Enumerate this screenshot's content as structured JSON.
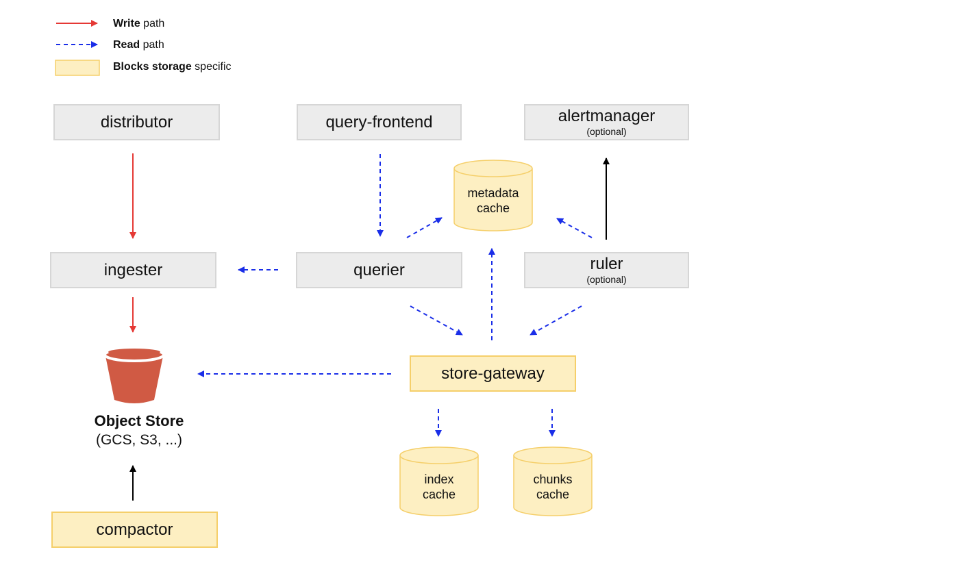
{
  "legend": {
    "write": {
      "bold": "Write",
      "rest": " path",
      "color": "#e53935"
    },
    "read": {
      "bold": "Read",
      "rest": " path",
      "color": "#1a2ee8"
    },
    "blocks": {
      "bold": "Blocks storage",
      "rest": " specific",
      "fill": "#fdefc2",
      "stroke": "#f5cf6a"
    }
  },
  "nodes": {
    "distributor": {
      "title": "distributor"
    },
    "query_frontend": {
      "title": "query-frontend"
    },
    "alertmanager": {
      "title": "alertmanager",
      "sub": "(optional)"
    },
    "ingester": {
      "title": "ingester"
    },
    "querier": {
      "title": "querier"
    },
    "ruler": {
      "title": "ruler",
      "sub": "(optional)"
    },
    "store_gateway": {
      "title": "store-gateway"
    },
    "compactor": {
      "title": "compactor"
    }
  },
  "caches": {
    "metadata": {
      "line1": "metadata",
      "line2": "cache"
    },
    "index": {
      "line1": "index",
      "line2": "cache"
    },
    "chunks": {
      "line1": "chunks",
      "line2": "cache"
    }
  },
  "object_store": {
    "title": "Object Store",
    "sub": "(GCS, S3, ...)",
    "color": "#d05a44"
  },
  "colors": {
    "gray_fill": "#ececec",
    "gray_stroke": "#d6d6d6",
    "black_arrow": "#000000"
  }
}
